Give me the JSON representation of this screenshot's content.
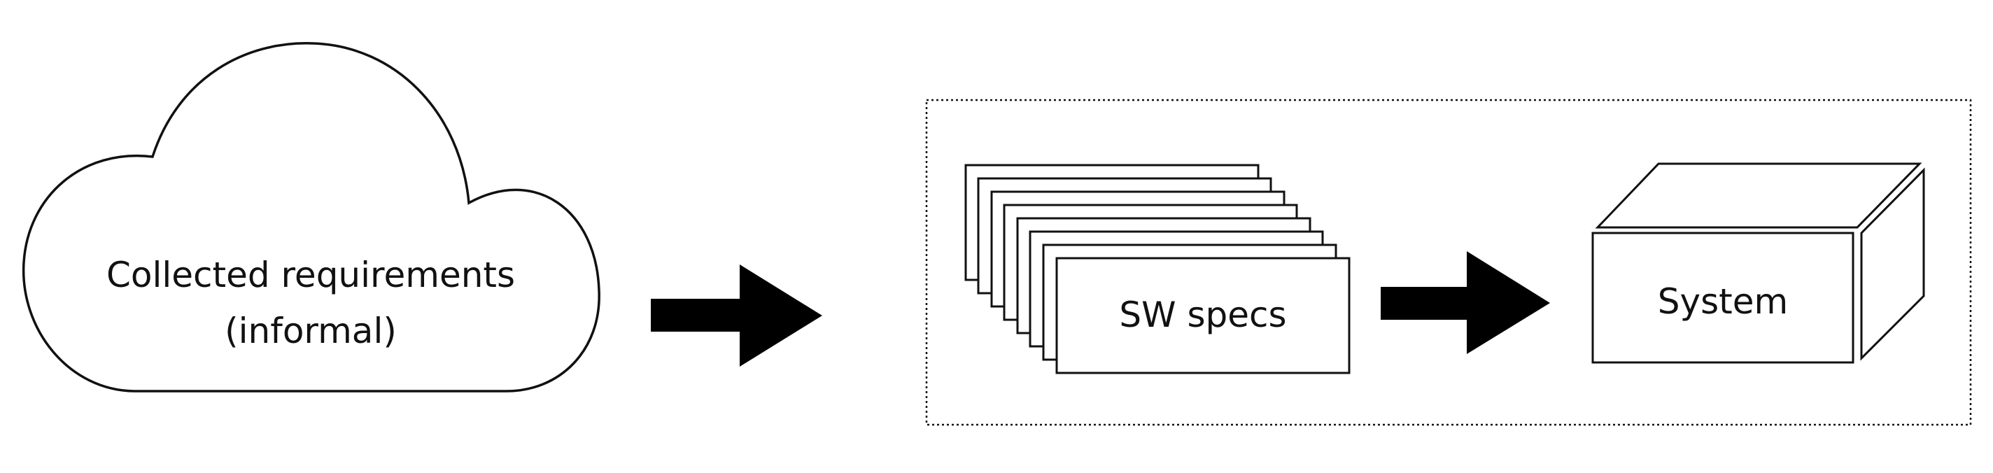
{
  "cloud": {
    "line1": "Collected requirements",
    "line2": "(informal)"
  },
  "specs": {
    "label": "SW specs"
  },
  "system": {
    "label": "System"
  },
  "colors": {
    "stroke": "#111111",
    "fill": "#ffffff",
    "arrow": "#000000"
  }
}
